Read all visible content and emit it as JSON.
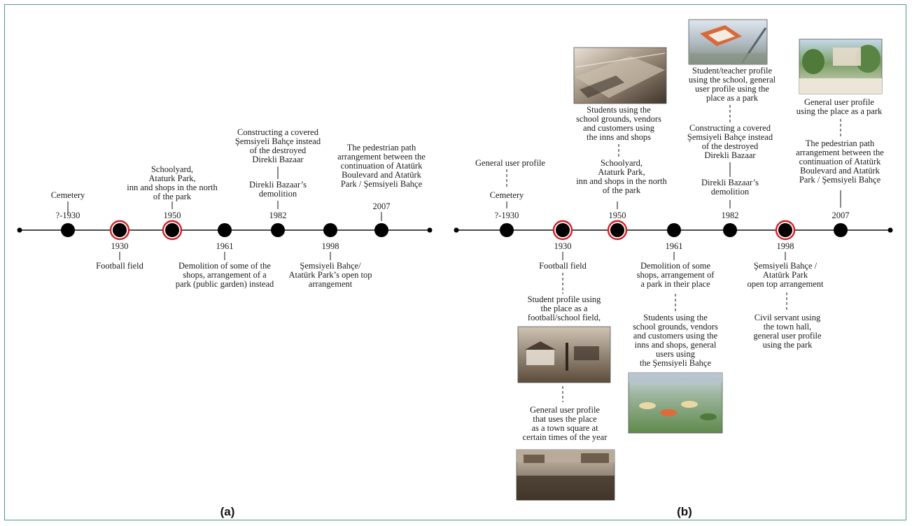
{
  "colors": {
    "axis": "#111111",
    "node": "#000000",
    "highlight_ring": "#d21f26",
    "border": "#4a9e7e",
    "photo_sepia": "#6e5e4c",
    "photo_aerial_orange": "#d86a3a",
    "photo_park_green": "#6c9a54",
    "photo_sky": "#c9d8e6"
  },
  "panel_a": {
    "label": "(a)",
    "events": [
      {
        "year": "?-1930",
        "highlight": false,
        "side": "above",
        "texts": [
          "Cemetery"
        ]
      },
      {
        "year": "1930",
        "highlight": true,
        "side": "below",
        "texts": [
          "Football field"
        ]
      },
      {
        "year": "1950",
        "highlight": true,
        "side": "above",
        "texts": [
          "Schoolyard,\nAtaturk Park,\ninn and shops in the north\nof the park"
        ]
      },
      {
        "year": "1961",
        "highlight": false,
        "side": "below",
        "texts": [
          "Demolition of some of the\nshops, arrangement of a\npark (public garden) instead"
        ]
      },
      {
        "year": "1982",
        "highlight": false,
        "side": "above",
        "texts": [
          "Direkli Bazaar’s\ndemolition",
          "Constructing a covered\nŞemsiyeli Bahçe instead\nof the destroyed\nDirekli Bazaar"
        ]
      },
      {
        "year": "1998",
        "highlight": false,
        "side": "below",
        "texts": [
          "Şemsiyeli Bahçe/\nAtatürk Park’s open top\narrangement"
        ]
      },
      {
        "year": "2007",
        "highlight": false,
        "side": "above",
        "texts": [
          "The pedestrian path\narrangement between the\ncontinuation of Atatürk\nBoulevard and Atatürk\nPark / Şemsiyeli Bahçe"
        ]
      }
    ]
  },
  "panel_b": {
    "label": "(b)",
    "events": [
      {
        "year": "?-1930",
        "highlight": false,
        "side": "above",
        "texts": [
          "Cemetery",
          "General user profile"
        ],
        "photo": null
      },
      {
        "year": "1930",
        "highlight": true,
        "side": "below",
        "texts": [
          "Football field",
          "Student profile using\nthe place as a\nfootball/school field,",
          "General user profile\nthat uses the place\nas a town square at\ncertain times of the year"
        ],
        "photo": "old-schoolyard-photo",
        "photo2": "crowd-square-photo"
      },
      {
        "year": "1950",
        "highlight": true,
        "side": "above",
        "texts": [
          "Schoolyard,\nAtaturk Park,\ninn and shops in the north\nof the park",
          "Students using the\nschool grounds, vendors\nand customers using\nthe inns and shops"
        ],
        "photo": "aerial-historic-photo"
      },
      {
        "year": "1961",
        "highlight": false,
        "side": "below",
        "texts": [
          "Demolition of some\nshops, arrangement of\na park in their place",
          "Students using the\nschool grounds, vendors\nand customers using the\ninns and shops, general\nusers using\nthe Şemsiyeli Bahçe"
        ],
        "photo": "umbrella-garden-photo"
      },
      {
        "year": "1982",
        "highlight": false,
        "side": "above",
        "texts": [
          "Direkli Bazaar’s\ndemolition",
          "Constructing a covered\nŞemsiyeli Bahçe instead\nof the destroyed\nDirekli Bazaar",
          "Student/teacher profile\nusing the school, general\nuser profile using the\nplace as a park"
        ],
        "photo": "aerial-modern-photo"
      },
      {
        "year": "1998",
        "highlight": true,
        "side": "below",
        "texts": [
          "Şemsiyeli Bahçe /\nAtatürk Park\nopen top arrangement",
          "Civil servant using\nthe town hall,\ngeneral user profile\nusing the park"
        ],
        "photo": null
      },
      {
        "year": "2007",
        "highlight": false,
        "side": "above",
        "texts": [
          "The pedestrian path\narrangement between the\ncontinuation of Atatürk\nBoulevard and Atatürk\nPark / Şemsiyeli Bahçe",
          "General user profile\nusing the place as a park"
        ],
        "photo": "modern-park-photo"
      }
    ]
  }
}
